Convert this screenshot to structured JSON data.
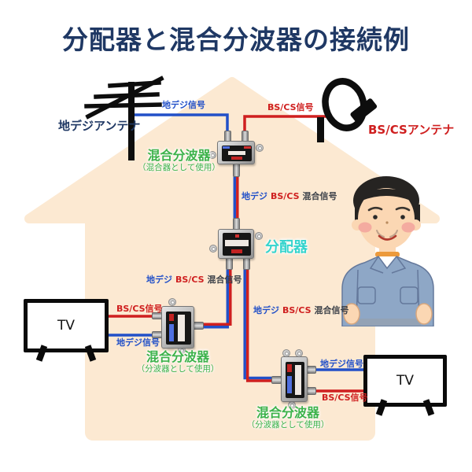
{
  "title": "分配器と混合分波器の接続例",
  "colors": {
    "navy": "#1f3864",
    "blue": "#2250c8",
    "red": "#cf1f1f",
    "green": "#3cb24a",
    "cyan": "#35d4cd",
    "house": "#fce9d2",
    "dark": "#3a3f47"
  },
  "antennas": {
    "terrestrial": {
      "label": "地デジアンテナ"
    },
    "satellite": {
      "label": "BS/CSアンテナ"
    }
  },
  "signals": {
    "terrestrial": "地デジ信号",
    "satellite": "BS/CS信号",
    "mixed": {
      "part1": "地デジ",
      "part2": "BS/CS",
      "part3": "混合信号"
    }
  },
  "devices": {
    "mixer_top": {
      "name": "混合分波器",
      "usage": "（混合器として使用）"
    },
    "splitter_mid": {
      "name": "分配器"
    },
    "separator_left": {
      "name": "混合分波器",
      "usage": "（分波器として使用）"
    },
    "separator_right": {
      "name": "混合分波器",
      "usage": "（分波器として使用）"
    }
  },
  "tvs": {
    "left": "TV",
    "right": "TV"
  }
}
